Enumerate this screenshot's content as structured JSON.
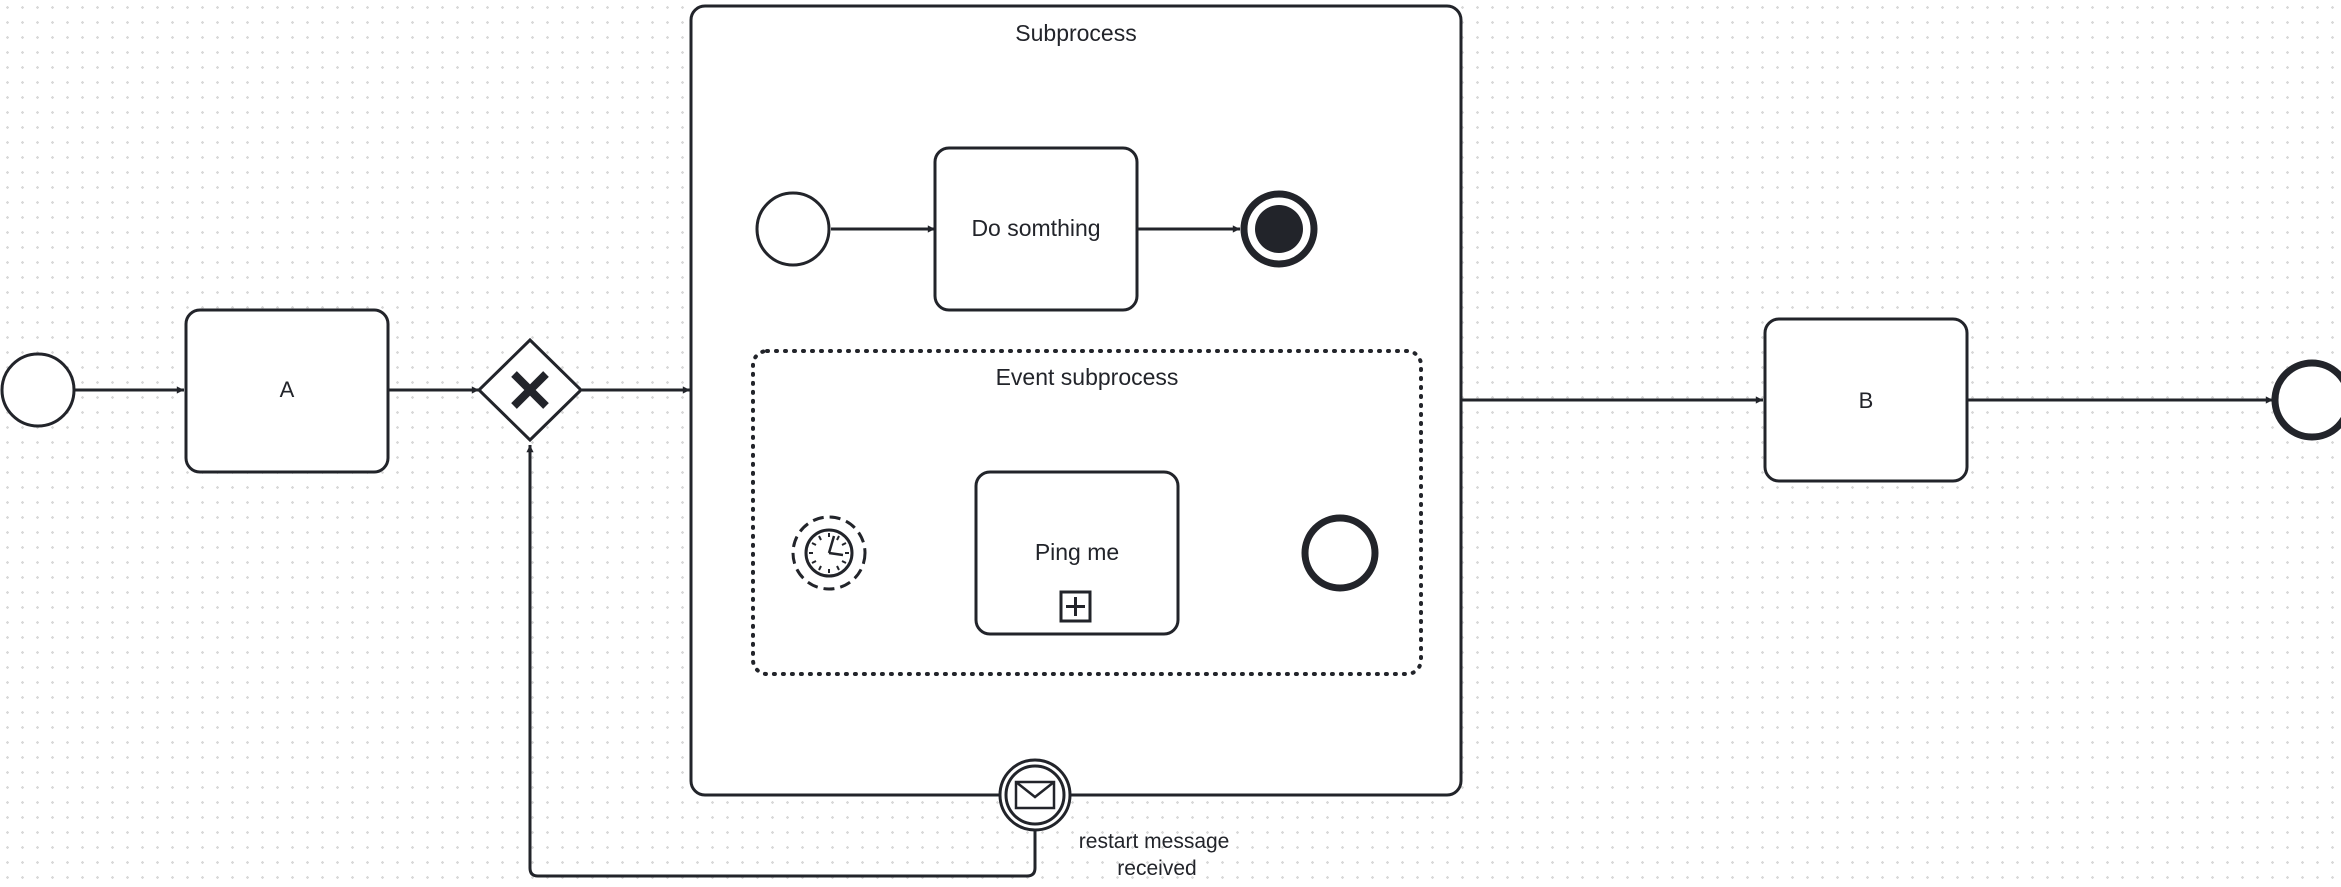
{
  "diagram": {
    "subprocess": {
      "title": "Subprocess"
    },
    "event_subprocess": {
      "title": "Event subprocess"
    },
    "tasks": {
      "a": "A",
      "b": "B",
      "do_something": "Do somthing",
      "ping_me": "Ping me"
    },
    "boundary_event": {
      "line1": "restart message",
      "line2": "received"
    },
    "colors": {
      "stroke": "#22242a",
      "fill": "#ffffff",
      "grid_dot": "#d9d9d9"
    }
  }
}
